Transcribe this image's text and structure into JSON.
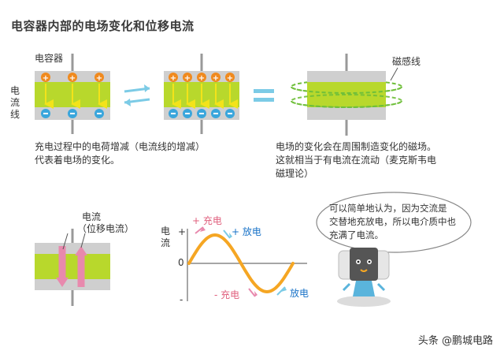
{
  "title": "电容器内部的电场变化和位移电流",
  "labels": {
    "capacitor": "电容器",
    "current_line_v": [
      "电",
      "流",
      "线"
    ],
    "magnetic_line": "磁感线",
    "caption_left": [
      "充电过程中的电荷增减（电流线的增减）",
      "代表着电场的变化。"
    ],
    "caption_right": [
      "电场的变化会在周围制造变化的磁场。",
      "这就相当于有电流在流动（麦克斯韦电",
      "磁理论）"
    ],
    "current_disp": [
      "电流",
      "（位移电流）"
    ],
    "axis_current_v": [
      "电",
      "流"
    ],
    "plus": "+",
    "minus": "-",
    "zero": "0",
    "charge_pos": "+ 充电",
    "discharge_pos": "+ 放电",
    "charge_neg": "- 充电",
    "discharge_neg": "放电",
    "bubble": [
      "可以简单地认为，因为交流是",
      "交替地充放电，所以电介质中也",
      "充满了电流。"
    ],
    "watermark": "头条 @鹏城电路"
  },
  "colors": {
    "plate": "#cfcfcf",
    "dielectric": "#b8d82c",
    "arrow_yellow": "#f3e31a",
    "pos_charge": "#f08a1e",
    "neg_charge": "#3aa6dc",
    "sine": "#f5a623",
    "pink_arrow": "#e889ad",
    "blue_text": "#1a73c8",
    "pink_text": "#e0607e",
    "magnetic": "#6fbf3a"
  }
}
